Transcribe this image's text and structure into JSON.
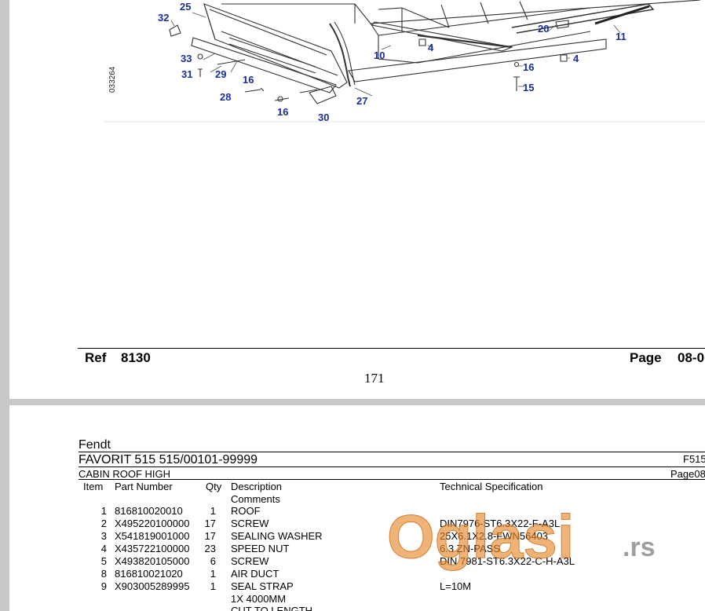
{
  "diagram": {
    "drawing_id": "033264",
    "callouts": [
      "25",
      "32",
      "33",
      "31",
      "29",
      "16",
      "28",
      "16",
      "30",
      "27",
      "10",
      "4",
      "20",
      "11",
      "16",
      "4",
      "15"
    ]
  },
  "page1_footer": {
    "ref_label": "Ref",
    "ref_value": "8130",
    "page_label": "Page",
    "page_value": "08-0",
    "page_number": "171"
  },
  "page2_header": {
    "brand": "Fendt",
    "model": "FAVORIT 515 515/00101-99999",
    "model_code": "F515",
    "group": "CABIN ROOF HIGH",
    "page_code": "Page08"
  },
  "table": {
    "headers": {
      "item": "Item",
      "part_number": "Part Number",
      "qty": "Qty",
      "description": "Description",
      "comments": "Comments",
      "tech_spec": "Technical Specification"
    },
    "rows": [
      {
        "item": "1",
        "part": "816810020010",
        "qty": "1",
        "desc": "ROOF",
        "tech": ""
      },
      {
        "item": "2",
        "part": "X495220100000",
        "qty": "17",
        "desc": "SCREW",
        "tech": "DIN7976-ST6.3X22-F-A3L"
      },
      {
        "item": "3",
        "part": "X541819001000",
        "qty": "17",
        "desc": "SEALING WASHER",
        "tech": "25X6.1X2.8-FWN56403"
      },
      {
        "item": "4",
        "part": "X435722100000",
        "qty": "23",
        "desc": "SPEED NUT",
        "tech": "6.3 ZN-PASS"
      },
      {
        "item": "5",
        "part": "X493820105000",
        "qty": "6",
        "desc": "SCREW",
        "tech": "DIN 7981-ST6.3X22-C-H-A3L"
      },
      {
        "item": "8",
        "part": "816810021020",
        "qty": "1",
        "desc": "AIR DUCT",
        "tech": ""
      },
      {
        "item": "9",
        "part": "X903005289995",
        "qty": "1",
        "desc": "SEAL STRAP",
        "tech": "L=10M"
      }
    ],
    "comment_lines": [
      "1X 4000MM",
      "CUT TO LENGTH"
    ]
  },
  "watermark": {
    "text_main": "Oglasi",
    "text_suffix": ".rs",
    "color_orange": "#e8882a",
    "color_gray": "#7a7a7a"
  }
}
